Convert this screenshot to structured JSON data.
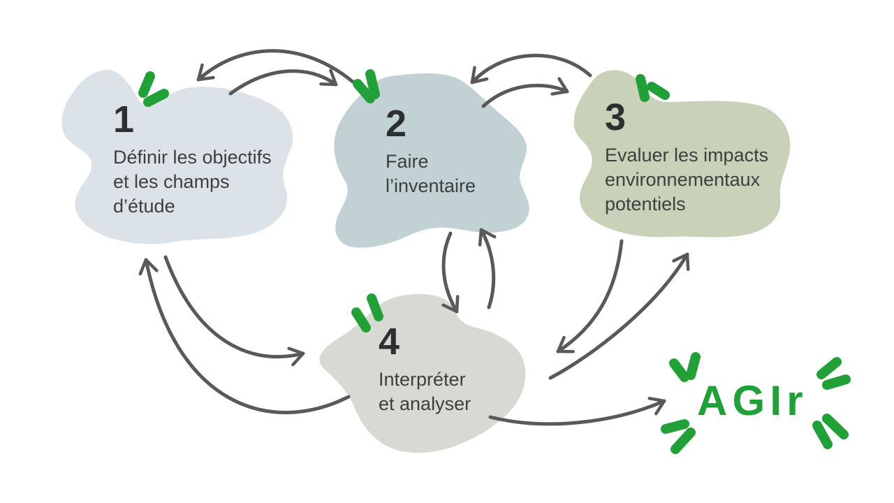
{
  "steps": [
    {
      "number": "1",
      "lines": [
        "Définir les objectifs",
        "et les champs",
        "d’étude"
      ]
    },
    {
      "number": "2",
      "lines": [
        "Faire",
        "l’inventaire"
      ]
    },
    {
      "number": "3",
      "lines": [
        "Evaluer les impacts",
        "environnementaux",
        "potentiels"
      ]
    },
    {
      "number": "4",
      "lines": [
        "Interpréter",
        "et analyser"
      ]
    }
  ],
  "action": {
    "label": "AGIr"
  },
  "connections": [
    {
      "from": "1",
      "to": "2",
      "bidirectional": true
    },
    {
      "from": "2",
      "to": "3",
      "bidirectional": true
    },
    {
      "from": "2",
      "to": "4",
      "bidirectional": true
    },
    {
      "from": "1",
      "to": "4",
      "bidirectional": true
    },
    {
      "from": "3",
      "to": "4",
      "bidirectional": true
    },
    {
      "from": "4",
      "to": "AGIr",
      "bidirectional": false
    }
  ],
  "colors": {
    "step1_fill": "#dbe3e8",
    "step2_fill": "#c2d1d3",
    "step3_fill": "#c9d1b9",
    "step4_fill": "#d9d9d4",
    "arrow": "#595959",
    "accent_green": "#21a038",
    "number_text": "#2d2f30",
    "body_text": "#3d3f3f",
    "background": "#ffffff"
  }
}
